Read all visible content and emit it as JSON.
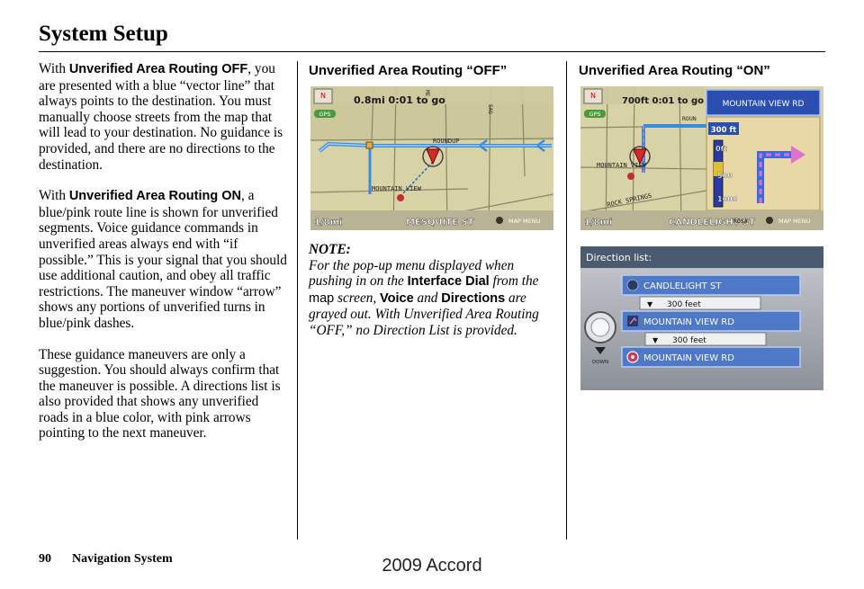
{
  "header": {
    "title": "System Setup"
  },
  "left": {
    "p1": {
      "pre": "With ",
      "term": "Unverified Area Routing OFF",
      "post": ", you are presented with a blue “vector line” that always points to the destination. You must manually choose streets from the map that will lead to your destination. No guidance is provided, and there are no directions to the destination."
    },
    "p2": {
      "pre": "With ",
      "term": "Unverified Area Routing ON",
      "post": ", a blue/pink route line is shown for unverified segments. Voice guidance commands in unverified areas always end with “if possible.” This is your signal that you should use additional caution, and obey all traffic restrictions. The maneuver window “arrow” shows any portions of unverified turns in blue/pink dashes."
    },
    "p3": "These guidance maneuvers are only a suggestion. You should always confirm that the maneuver is possible. A directions list is also provided that shows any unverified roads in a blue color, with pink arrows pointing to the next maneuver."
  },
  "middle": {
    "heading": "Unverified Area Routing “OFF”",
    "map": {
      "compass": "N",
      "gps": "GPS",
      "readout": "0.8mi 0:01 to go",
      "scale": "1/8mi",
      "street_bar": "MESQUITE ST",
      "menu": "MAP MENU",
      "labels": {
        "roundup": "ROUNDUP",
        "mountain": "MOUNTAIN VIEW",
        "sag": "SAG",
        "me": "ME"
      }
    },
    "note": {
      "label": "NOTE:",
      "t1": "For the pop-up menu displayed when pushing in on the ",
      "b1": "Interface Dial",
      "t2": " from the ",
      "s1": "map",
      "t3": " screen, ",
      "b2": "Voice",
      "t4": " and ",
      "b3": "Directions",
      "t5": " are grayed out. With Unverified Area Routing “OFF,” no Direction List is provided."
    }
  },
  "right": {
    "heading": "Unverified Area Routing “ON”",
    "map": {
      "compass": "N",
      "gps": "GPS",
      "readout": "700ft 0:01 to go",
      "scale": "1/8mi",
      "street_bar": "CANDLELIGHT ST",
      "menu": "MAP MENU",
      "maneuver_street": "MOUNTAIN VIEW RD",
      "dist": "300 ft",
      "gauge": [
        "0ft",
        "500",
        "1000"
      ],
      "labels": {
        "mountain": "MOUNTAIN VIEW",
        "rock": "ROCK SPRINGS",
        "roun": "ROUN",
        "rosa": "ROSA"
      }
    },
    "dirlist": {
      "title": "Direction list:",
      "down": "DOWN",
      "items": [
        "CANDLELIGHT ST",
        "MOUNTAIN VIEW RD",
        "MOUNTAIN VIEW RD"
      ],
      "distances": [
        "300 feet",
        "300 feet"
      ]
    }
  },
  "footer": {
    "page": "90",
    "label": "Navigation System"
  },
  "watermark": "2009  Accord"
}
